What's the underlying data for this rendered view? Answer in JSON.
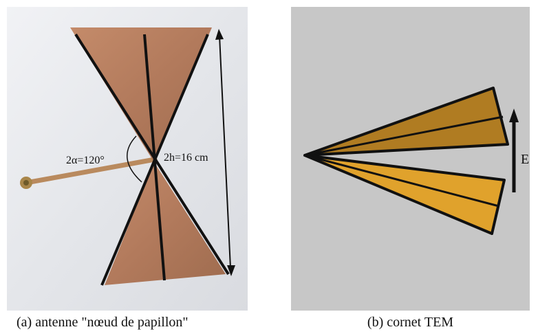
{
  "panel_a": {
    "angle_label": "2α=120°",
    "height_label": "2h=16 cm",
    "caption": "(a) antenne \"nœud de papillon\""
  },
  "panel_b": {
    "field_label": "E",
    "caption": "(b) cornet TEM"
  },
  "colors": {
    "copper": "#b5805d",
    "horn_top": "#b07c22",
    "horn_bottom": "#e0a22c",
    "panel_b_background": "#c7c7c7",
    "photo_background": "#e6e8ec"
  }
}
